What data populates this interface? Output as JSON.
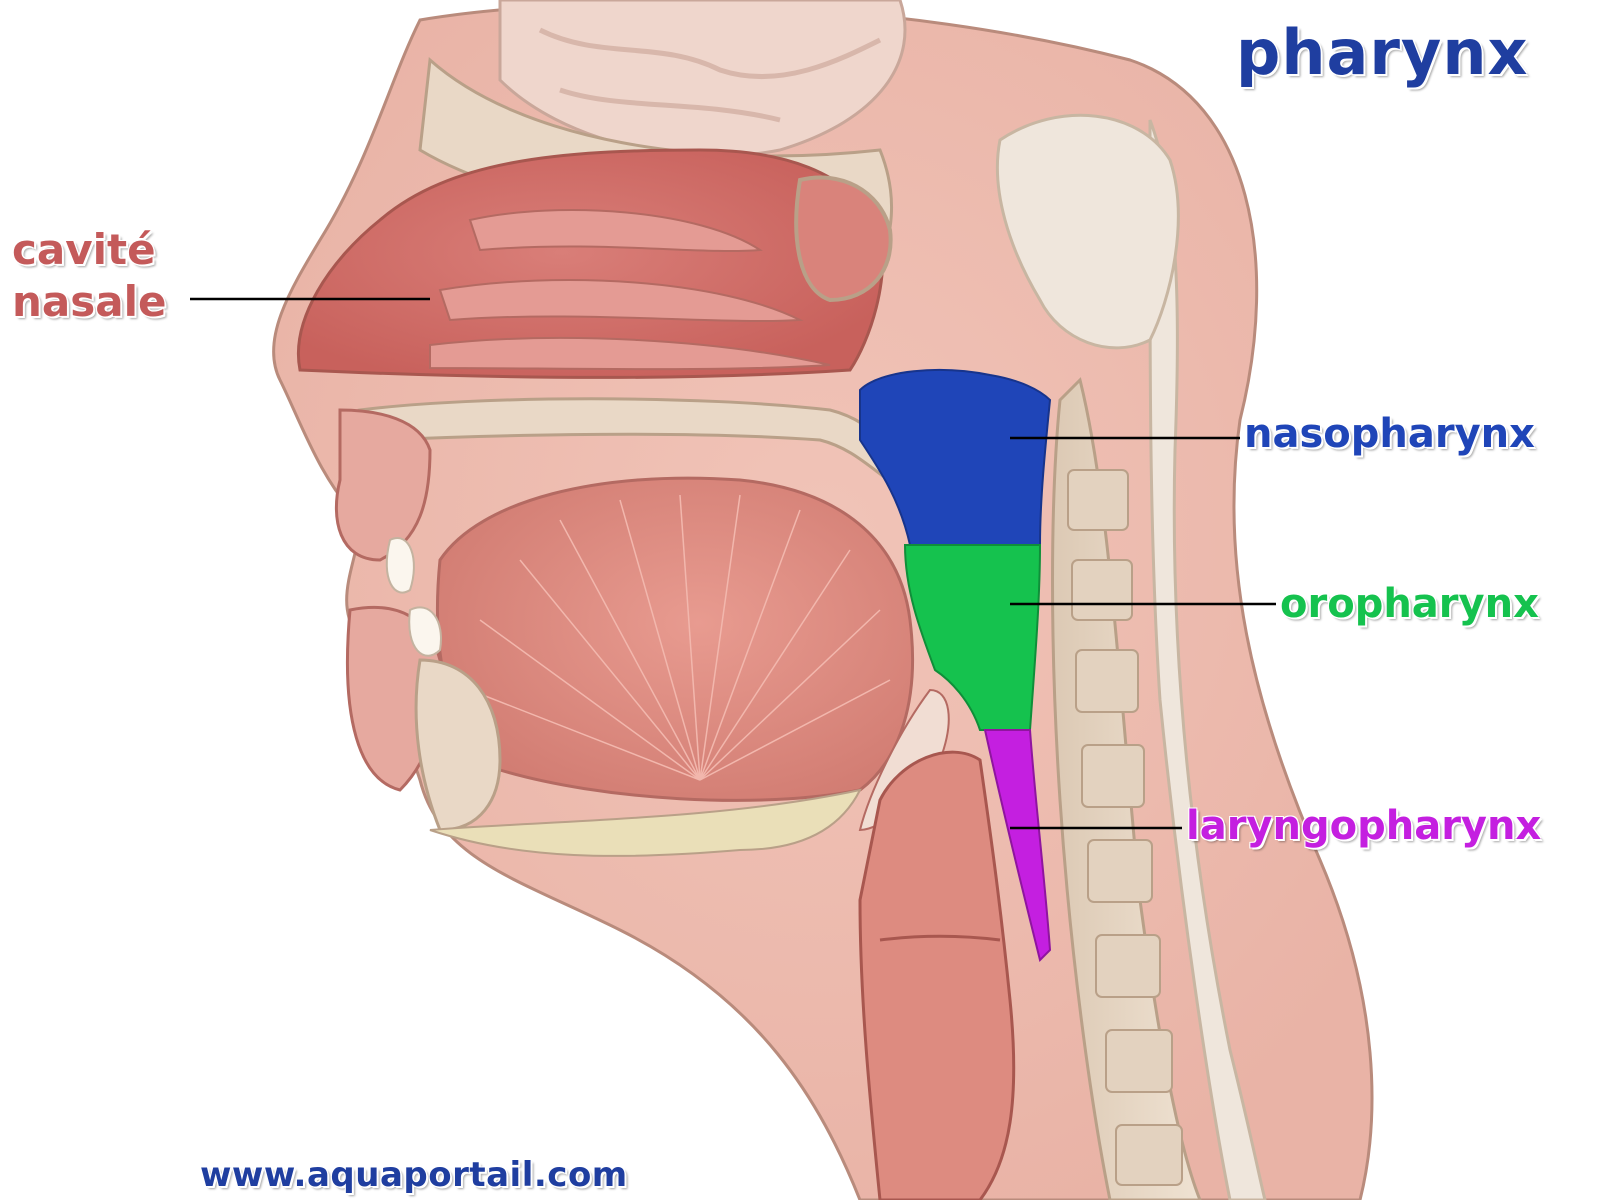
{
  "title": "pharynx",
  "labels": {
    "nasal_line1": "cavité",
    "nasal_line2": "nasale",
    "nasopharynx": "nasopharynx",
    "oropharynx": "oropharynx",
    "laryngopharynx": "laryngopharynx"
  },
  "source": "www.aquaportail.com",
  "colors": {
    "title": "#1f3ea0",
    "nasal": "#c45a5a",
    "nasopharynx": "#1f45b8",
    "oropharynx": "#15c24e",
    "laryngopharynx": "#c41fe0",
    "source": "#1f3ea0",
    "tissue": "#e8a59b",
    "bone": "#e9d8c6"
  }
}
